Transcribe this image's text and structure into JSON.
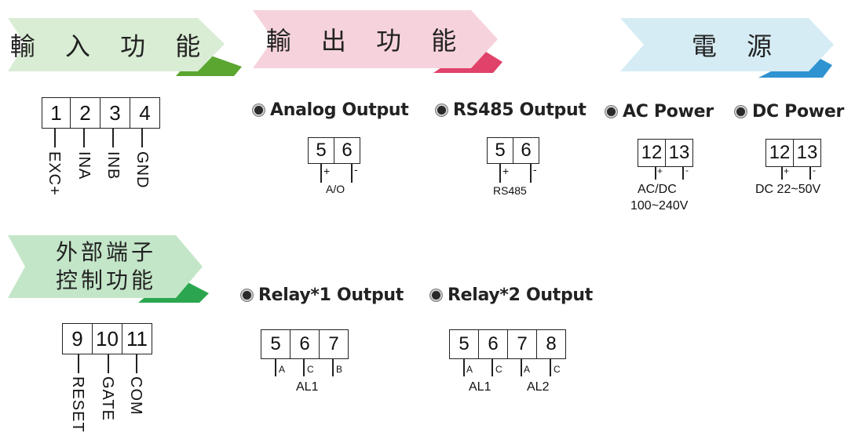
{
  "banners": {
    "input": {
      "title": "輸 入 功 能",
      "fill": "#d9ecd4",
      "accent": "#5aa631"
    },
    "output": {
      "title": "輸 出 功 能",
      "fill": "#f6d3dc",
      "accent": "#e0426a"
    },
    "power": {
      "title": "電 源",
      "fill": "#d6ecf4",
      "accent": "#2f93d1"
    },
    "external": {
      "line1": "外部端子",
      "line2": "控制功能",
      "fill": "#c3e6c8",
      "accent": "#2ba64f"
    }
  },
  "input_terminals": {
    "numbers": [
      "1",
      "2",
      "3",
      "4"
    ],
    "labels": [
      "EXC+",
      "INA",
      "INB",
      "GND"
    ]
  },
  "external_terminals": {
    "numbers": [
      "9",
      "10",
      "11"
    ],
    "labels": [
      "RESET",
      "GATE",
      "COM"
    ]
  },
  "analog_output": {
    "heading": "Analog Output",
    "numbers": [
      "5",
      "6"
    ],
    "polarity": [
      "+",
      "-"
    ],
    "caption": "A/O"
  },
  "rs485_output": {
    "heading": "RS485 Output",
    "numbers": [
      "5",
      "6"
    ],
    "polarity": [
      "+",
      "-"
    ],
    "caption": "RS485"
  },
  "ac_power": {
    "heading": "AC Power",
    "numbers": [
      "12",
      "13"
    ],
    "polarity": [
      "+",
      "-"
    ],
    "caption1": "AC/DC",
    "caption2": "100~240V"
  },
  "dc_power": {
    "heading": "DC Power",
    "numbers": [
      "12",
      "13"
    ],
    "polarity": [
      "+",
      "-"
    ],
    "caption": "DC 22~50V"
  },
  "relay1": {
    "heading": "Relay*1  Output",
    "numbers": [
      "5",
      "6",
      "7"
    ],
    "pins": [
      "A",
      "C",
      "B"
    ],
    "group": "AL1"
  },
  "relay2": {
    "heading": "Relay*2  Output",
    "numbers": [
      "5",
      "6",
      "7",
      "8"
    ],
    "pins": [
      "A",
      "C",
      "A",
      "C"
    ],
    "group1": "AL1",
    "group2": "AL2"
  }
}
